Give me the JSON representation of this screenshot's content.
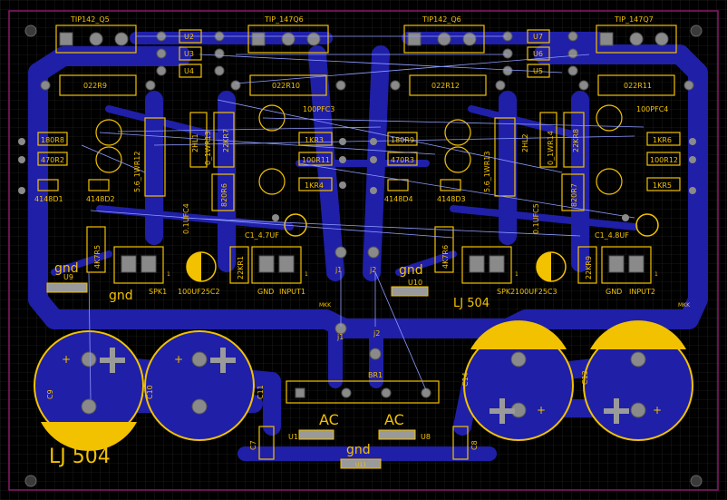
{
  "board": {
    "title": "LJ 504",
    "colors": {
      "background": "#000000",
      "copper": "#1f1fa8",
      "silkscreen": "#f2c200",
      "pad": "#8a8a8a",
      "ratsnest": "#8f9cff",
      "border": "#8a1a6a"
    }
  },
  "labels": {
    "tip1": "TIP142_Q5",
    "tip2": "TIP_147Q6",
    "tip3": "TIP142_Q6",
    "tip4": "TIP_147Q7",
    "u2": "U2",
    "u3": "U3",
    "u4": "U4",
    "u7": "U7",
    "u6": "U6",
    "u5": "U5",
    "r9": "022R9",
    "r10": "022R10",
    "r12": "022R12",
    "r11": "022R11",
    "pfc3": "100PFC3",
    "pfc4": "100PFC4",
    "r8": "180R8",
    "r2": "470R2",
    "d1": "4148D1",
    "d2": "4148D2",
    "zhl1": "2HL1",
    "wr13a": "0_1WR13",
    "kr7": "22KR7",
    "wr12": "5.6_1WR12",
    "c4": "0.1UFC4",
    "r6": "820R6",
    "kr3": "1KR3",
    "r11a": "100R11",
    "kr4": "1KR4",
    "r9b": "180R9",
    "r3": "470R3",
    "d4": "4148D4",
    "d3": "4148D3",
    "zhl2": "2HL2",
    "wr14": "0_1WR14",
    "kr8": "22KR8",
    "wr13b": "5.6_1WR13",
    "c5": "0.1UFC5",
    "r7": "820R7",
    "kr6": "1KR6",
    "r12b": "100R12",
    "kr5": "1KR5",
    "c1a": "C1_4.7UF",
    "c1b": "C1_4.8UF",
    "kr5v": "4K7R5",
    "kr6v": "4K7R6",
    "kr1": "22KR1",
    "kr9": "22KR9",
    "c2": "100UF25C2",
    "c3": "100UF25C3",
    "spk1": "SPK1",
    "spk2": "SPK2",
    "gnd": "GND",
    "input1": "INPUT1",
    "input2": "INPUT2",
    "mkk": "MKK",
    "j1": "j1",
    "j2": "j2",
    "j1b": "j1",
    "j2b": "j2",
    "gnd_big": "gnd",
    "u9": "U9",
    "u10": "U10",
    "br1": "BR1",
    "c9": "C9",
    "c10": "C10",
    "c14": "C14",
    "c13": "C13",
    "c11": "C11",
    "c7": "C7",
    "c8": "C8",
    "ac": "AC",
    "u1": "U1",
    "u8": "U8",
    "u11": "U11",
    "plus": "+",
    "one": "1"
  }
}
